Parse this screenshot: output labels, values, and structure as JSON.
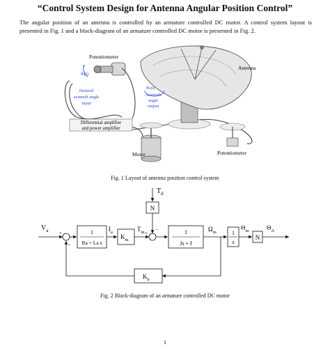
{
  "title": "“Control System Design for Antenna Angular Position Control”",
  "intro": "The angular position of an antenna is controlled by an armature controlled DC motor. A control system layout is presented in Fig. 1 and a block-diagram of an armature controlled DC motor is presented in Fig. 2.",
  "fig1": {
    "potentiometer_top": "Potentiometer",
    "theta_i": "θi(t)",
    "desired_label": [
      "Desired",
      "azimuth angle",
      "input"
    ],
    "theta_o": "θo(t)",
    "azimuth_label": [
      "Azimuth",
      "angle",
      "output"
    ],
    "antenna": "Antenna",
    "amplifier_label": [
      "Differential amplifier",
      "and power amplifier"
    ],
    "motor": "Motor",
    "potentiometer_right": "Potentiometer",
    "caption": "Fig. 1    Layout of antenna position control system"
  },
  "fig2": {
    "td": "T",
    "td_sub": "d",
    "n_top": "N",
    "va": "V",
    "va_sub": "a",
    "plus_left": "+",
    "minus_left": "−",
    "block1_num": "1",
    "block1_den": "Ra + La s",
    "ia": "I",
    "ia_sub": "a",
    "km": "K",
    "km_sub": "m",
    "tm": "T",
    "tm_sub": "m",
    "plus_mid": "+",
    "minus_mid": "−",
    "block2_num": "1",
    "block2_den": "Js + f",
    "omega": "Ω",
    "omega_sub": "m",
    "block3_num": "1",
    "block3_den": "s",
    "theta_m": "Θ",
    "theta_m_sub": "m",
    "n_right": "N",
    "theta_a": "Θ",
    "theta_a_sub": "A",
    "kb": "K",
    "kb_sub": "b",
    "caption": "Fig. 2 Block-diagram of an armature controlled DC motor"
  },
  "page_number": "1"
}
